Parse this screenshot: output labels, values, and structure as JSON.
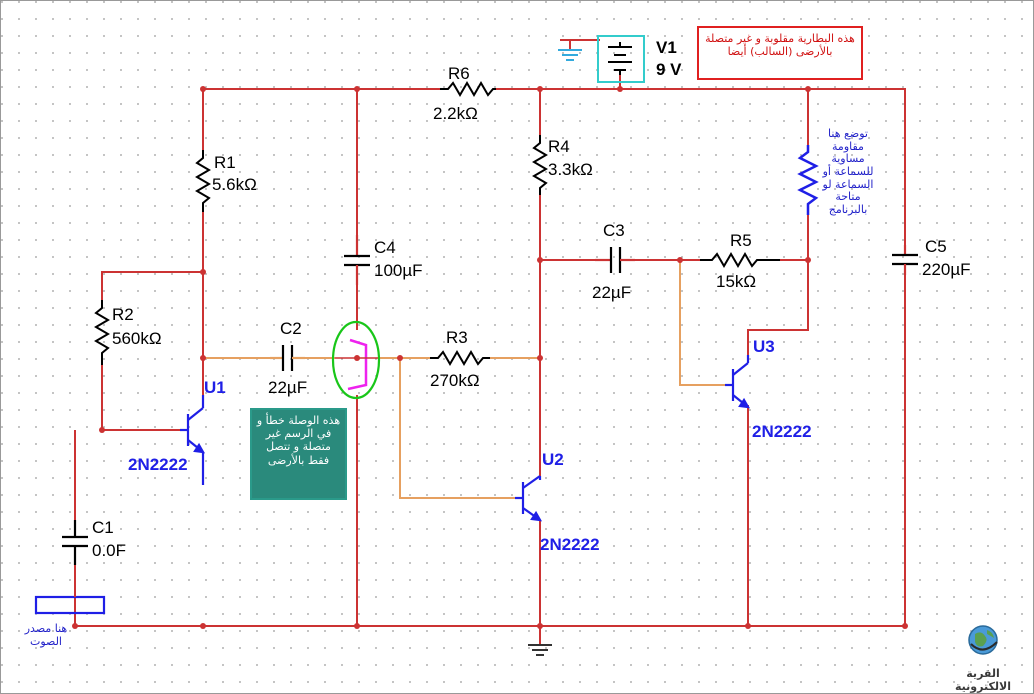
{
  "colors": {
    "wire": "#cc3333",
    "signal_wire": "#e6a060",
    "component": "#1f1fe6",
    "highlight_circle": "#19c619",
    "fault": "#ee22ee",
    "note_red": "#e02020",
    "note_teal": "#2a8a7c",
    "battery_box": "#33cccc"
  },
  "components": {
    "v1": {
      "name": "V1",
      "value": "9 V"
    },
    "r1": {
      "name": "R1",
      "value": "5.6kΩ"
    },
    "r2": {
      "name": "R2",
      "value": "560kΩ"
    },
    "r3": {
      "name": "R3",
      "value": "270kΩ"
    },
    "r4": {
      "name": "R4",
      "value": "3.3kΩ"
    },
    "r5": {
      "name": "R5",
      "value": "15kΩ"
    },
    "r6": {
      "name": "R6",
      "value": "2.2kΩ"
    },
    "c1": {
      "name": "C1",
      "value": "0.0F"
    },
    "c2": {
      "name": "C2",
      "value": "22µF"
    },
    "c3": {
      "name": "C3",
      "value": "22µF"
    },
    "c4": {
      "name": "C4",
      "value": "100µF"
    },
    "c5": {
      "name": "C5",
      "value": "220µF"
    },
    "u1": {
      "name": "U1",
      "model": "2N2222"
    },
    "u2": {
      "name": "U2",
      "model": "2N2222"
    },
    "u3": {
      "name": "U3",
      "model": "2N2222"
    }
  },
  "notes": {
    "battery": "هذه البطارية مقلوبة و غير متصلة بالأرضى (السالب) أيضا",
    "wiring": "هذه الوصلة خطأ و في الرسم غير متصلة و تتصل فقط بالأرضى",
    "resistor": "توضع هنا مقاومة مساوية للسماعة أو السماعة لو متاحة بالبرنامج",
    "source": "هنا مصدر الصوت"
  },
  "brand": {
    "name": "القرية الالكترونية",
    "icon": "globe-icon"
  }
}
